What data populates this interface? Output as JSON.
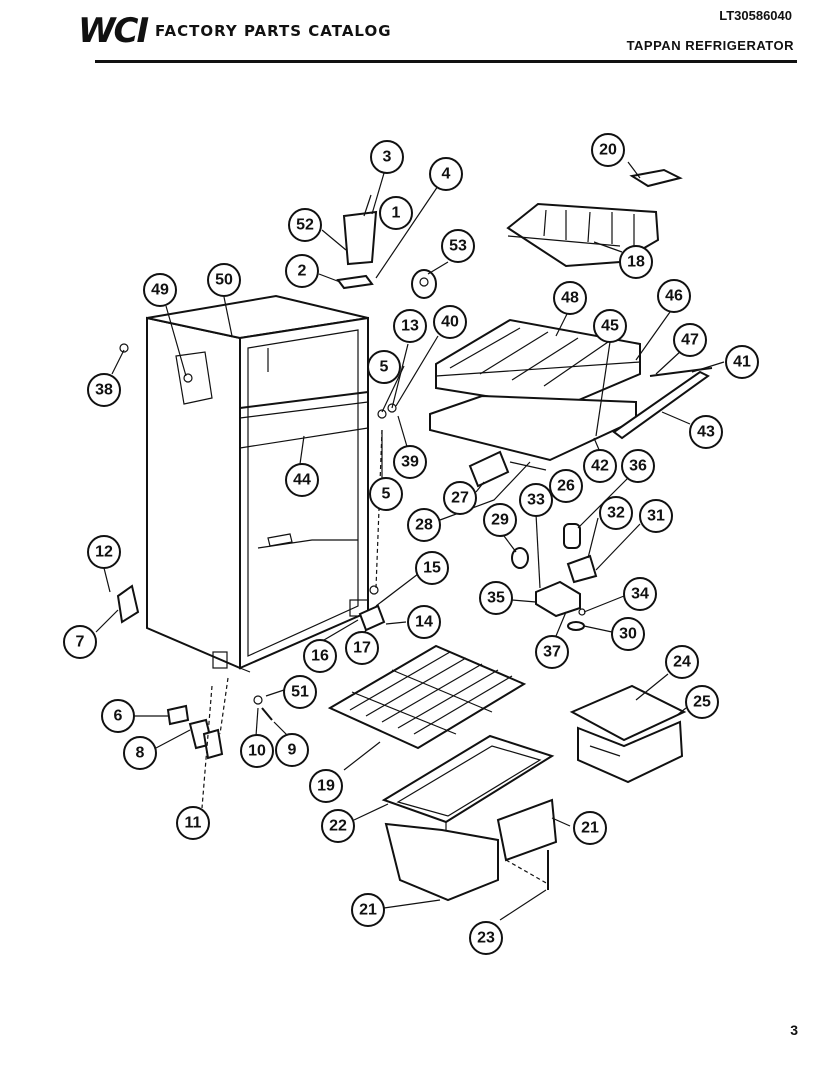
{
  "header": {
    "logo": "WCI",
    "catalog_title": "FACTORY PARTS CATALOG",
    "document_number": "LT30586040",
    "model_title": "TAPPAN REFRIGERATOR"
  },
  "page_number": "3",
  "callouts": [
    "1",
    "2",
    "3",
    "4",
    "5",
    "5",
    "6",
    "7",
    "8",
    "9",
    "10",
    "11",
    "12",
    "13",
    "14",
    "15",
    "16",
    "17",
    "18",
    "19",
    "20",
    "21",
    "21",
    "22",
    "23",
    "24",
    "25",
    "26",
    "27",
    "28",
    "29",
    "30",
    "31",
    "32",
    "33",
    "34",
    "35",
    "36",
    "37",
    "38",
    "39",
    "40",
    "41",
    "42",
    "43",
    "44",
    "45",
    "46",
    "47",
    "48",
    "49",
    "50",
    "51",
    "52",
    "53"
  ]
}
